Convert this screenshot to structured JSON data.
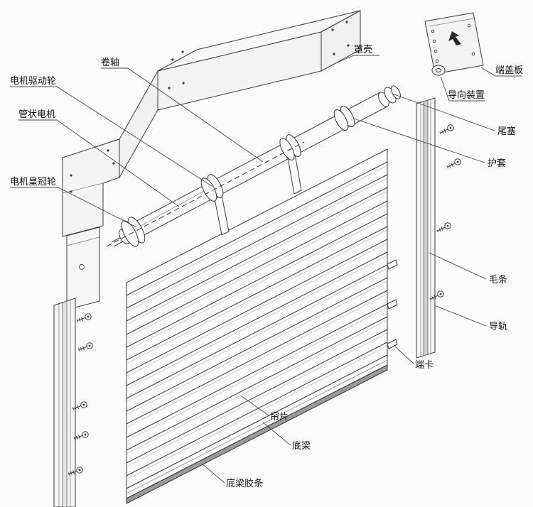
{
  "diagram": {
    "title": "roller-shutter-door-exploded-diagram",
    "palette": {
      "background": "#fbfbf9",
      "line": "#3a3a3a",
      "label_text": "#111111",
      "rubber_strip": "#9a9a97",
      "brush_strip": "#cfcfcc"
    },
    "labels": {
      "roller_shaft": "卷轴",
      "housing_cover": "罩壳",
      "end_cover_plate": "端盖板",
      "guide_device": "导向装置",
      "tail_plug": "尾塞",
      "protective_sleeve": "护套",
      "brush_strip": "毛条",
      "guide_rail": "导轨",
      "end_clip": "端卡",
      "curtain_slat": "帘片",
      "bottom_beam": "底梁",
      "bottom_beam_rubber": "底梁胶条",
      "motor_drive_wheel": "电机驱动轮",
      "tubular_motor": "管状电机",
      "motor_crown_wheel": "电机皇冠轮"
    }
  }
}
